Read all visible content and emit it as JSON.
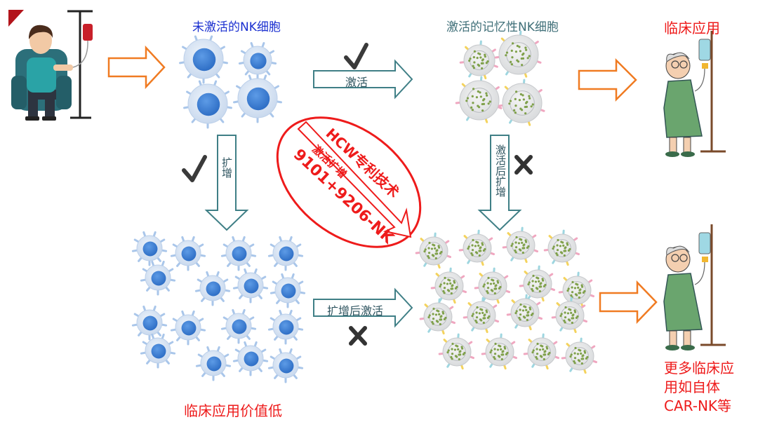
{
  "labels": {
    "unactivated": "未激活的NK细胞",
    "memory": "激活的记忆性NK细胞",
    "clinical": "临床应用",
    "low_value": "临床应用价值低",
    "more_1": "更多临床应",
    "more_2": "用如自体",
    "more_3": "CAR-NK等"
  },
  "arrows": {
    "activate": "激活",
    "expand": "扩增",
    "expand_then_activate": "扩增后激活",
    "activate_then_expand": "激活后扩增"
  },
  "tech": {
    "line1": "HCW专利技术",
    "line2": "激活扩增",
    "line3": "9101+9206-NK"
  },
  "colors": {
    "teal_arrow": "#3f7f86",
    "orange_arrow": "#f07b22",
    "red": "#ee1b1b",
    "blue_text": "#1a2fd0",
    "cell_nucleus": "#3d7fd6",
    "cell_body": "#d7e5f5"
  },
  "icons": [
    "check-icon",
    "cross-icon",
    "patient-icon",
    "elderly-patient-icon"
  ]
}
